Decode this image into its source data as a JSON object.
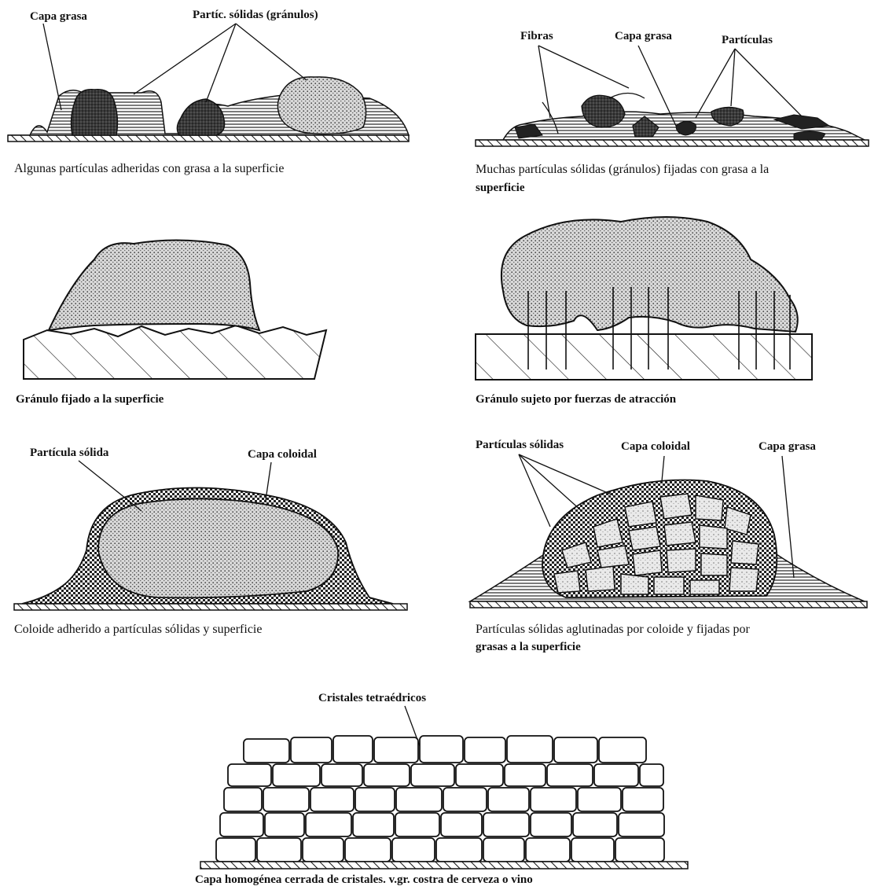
{
  "panels": {
    "p1": {
      "labels": [
        "Capa grasa",
        "Partíc. sólidas (gránulos)"
      ],
      "caption": "Algunas partículas adheridas con grasa a la superficie"
    },
    "p2": {
      "labels": [
        "Fibras",
        "Capa grasa",
        "Partículas"
      ],
      "caption_line1": "Muchas partículas sólidas (gránulos) fijadas con grasa a la",
      "caption_line2": "superficie"
    },
    "p3": {
      "caption": "Gránulo fijado a la superficie"
    },
    "p4": {
      "caption": "Gránulo sujeto por fuerzas de atracción"
    },
    "p5": {
      "labels": [
        "Partícula sólida",
        "Capa coloidal"
      ],
      "caption": "Coloide adherido a partículas sólidas y superficie"
    },
    "p6": {
      "labels": [
        "Partículas sólidas",
        "Capa coloidal",
        "Capa grasa"
      ],
      "caption_line1": "Partículas sólidas aglutinadas por coloide y fijadas por",
      "caption_line2": "grasas a la superficie"
    },
    "p7": {
      "labels": [
        "Cristales tetraédricos"
      ],
      "caption": "Capa homogénea cerrada de cristales. v.gr. costra de cerveza o vino"
    }
  },
  "colors": {
    "ink": "#111111",
    "stipple": "#8a8a8a",
    "background": "#ffffff"
  }
}
